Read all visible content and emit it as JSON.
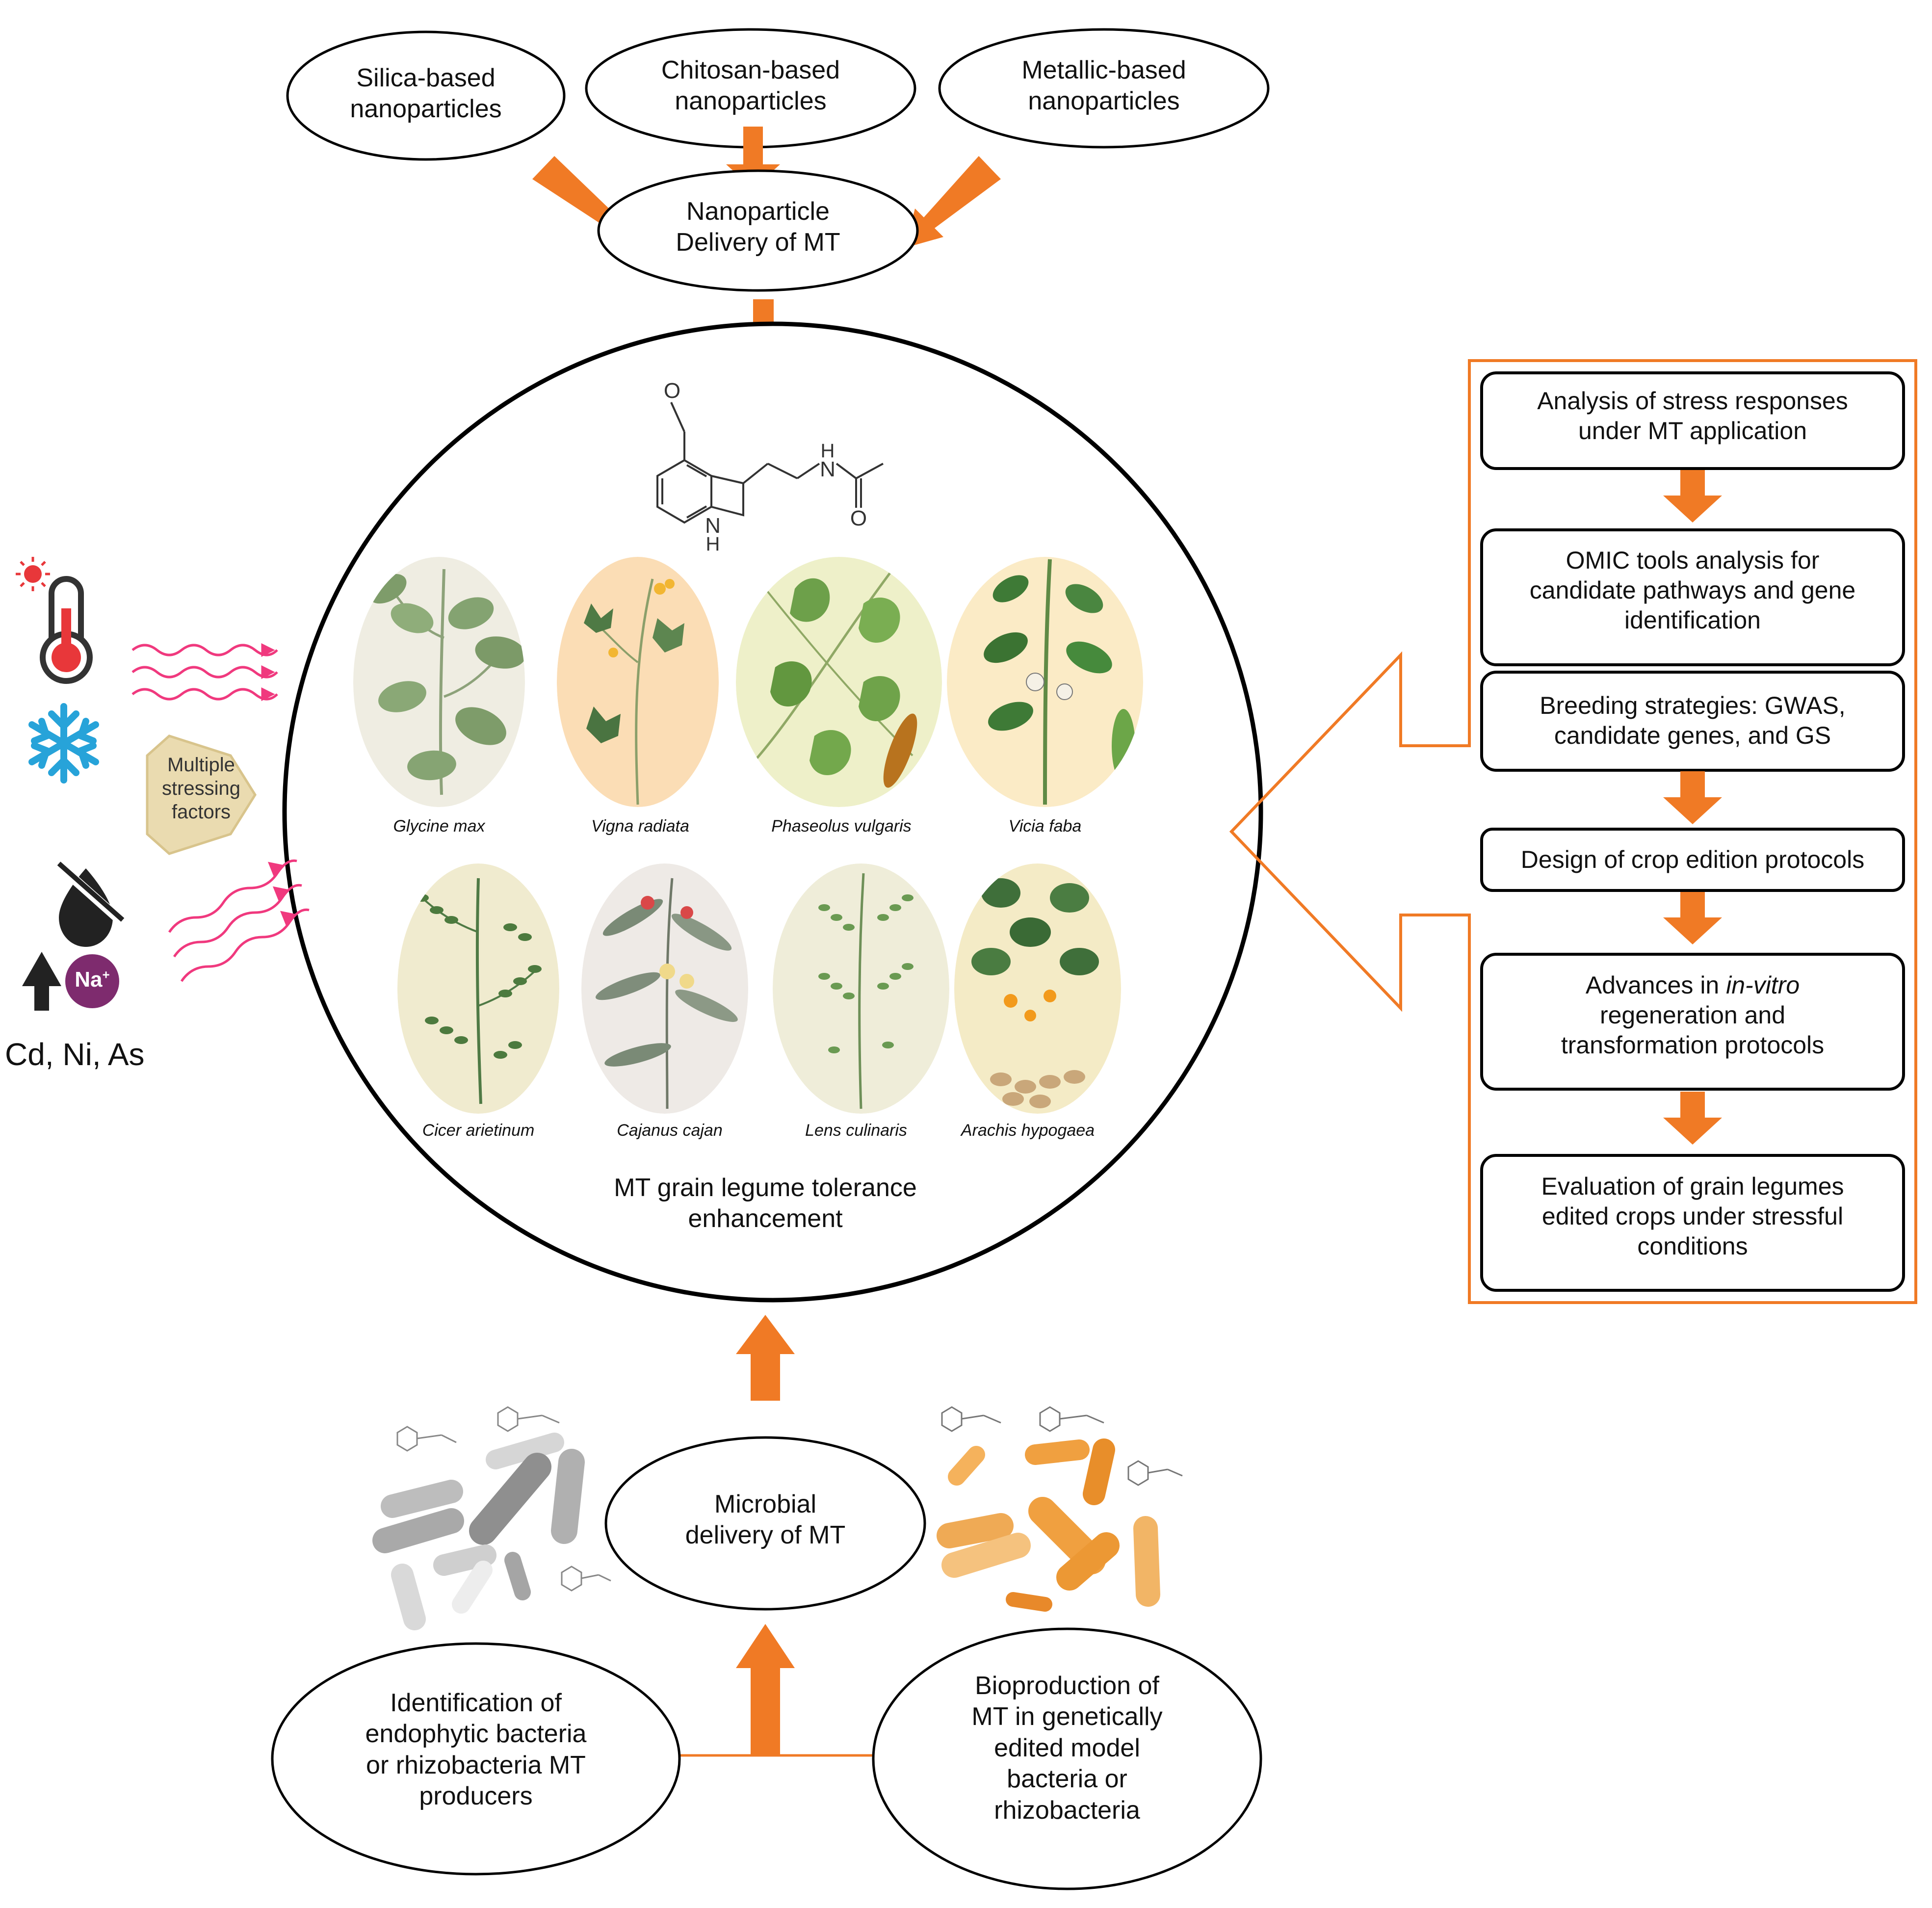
{
  "nanoparticles": {
    "silica": "Silica-based\nnanoparticles",
    "chitosan": "Chitosan-based\nnanoparticles",
    "metallic": "Metallic-based\nnanoparticles",
    "delivery": "Nanoparticle\nDelivery of MT"
  },
  "central": {
    "molecule_labels": {
      "o_top": "O",
      "n_amide": "N",
      "h_amide": "H",
      "n_indole": "N",
      "h_indole": "H",
      "o_carbonyl": "O"
    },
    "plants": [
      {
        "name": "Glycine max"
      },
      {
        "name": "Vigna radiata"
      },
      {
        "name": "Phaseolus vulgaris"
      },
      {
        "name": "Vicia faba"
      },
      {
        "name": "Cicer arietinum"
      },
      {
        "name": "Cajanus cajan"
      },
      {
        "name": "Lens culinaris"
      },
      {
        "name": "Arachis hypogaea"
      }
    ],
    "title": "MT grain legume tolerance\nenhancement"
  },
  "stress": {
    "multiple": "Multiple\nstressing\nfactors",
    "sodium": "Na",
    "sodium_sup": "+",
    "metals": "Cd, Ni, As",
    "icons": [
      "heat-thermometer-icon",
      "cold-snowflake-icon",
      "drought-no-water-icon",
      "salt-sodium-icon"
    ]
  },
  "pipeline": [
    "Analysis of stress responses\nunder MT application",
    "OMIC tools analysis for\ncandidate pathways and gene\nidentification",
    "Breeding strategies: GWAS,\ncandidate genes, and GS",
    "Design of crop edition protocols",
    "transformation protocols",
    "Evaluation of grain legumes\nedited crops under stressful\nconditions"
  ],
  "pipeline_advances": {
    "prefix": "Advances in ",
    "italic": "in-vitro",
    "line2": "regeneration and"
  },
  "microbial": {
    "delivery": "Microbial\ndelivery of MT",
    "identification": "Identification of\nendophytic bacteria\nor rhizobacteria MT\nproducers",
    "bioproduction": "Bioproduction of\nMT in genetically\nedited model\nbacteria or\nrhizobacteria"
  },
  "colors": {
    "arrow": "#F07A25",
    "frame": "#F07A25",
    "outline": "#000000",
    "heat": "#E8373A",
    "snow": "#27A3D9",
    "wave": "#F0397E",
    "sodium": "#7E2B6E",
    "hexagon": "#EADBB0"
  }
}
